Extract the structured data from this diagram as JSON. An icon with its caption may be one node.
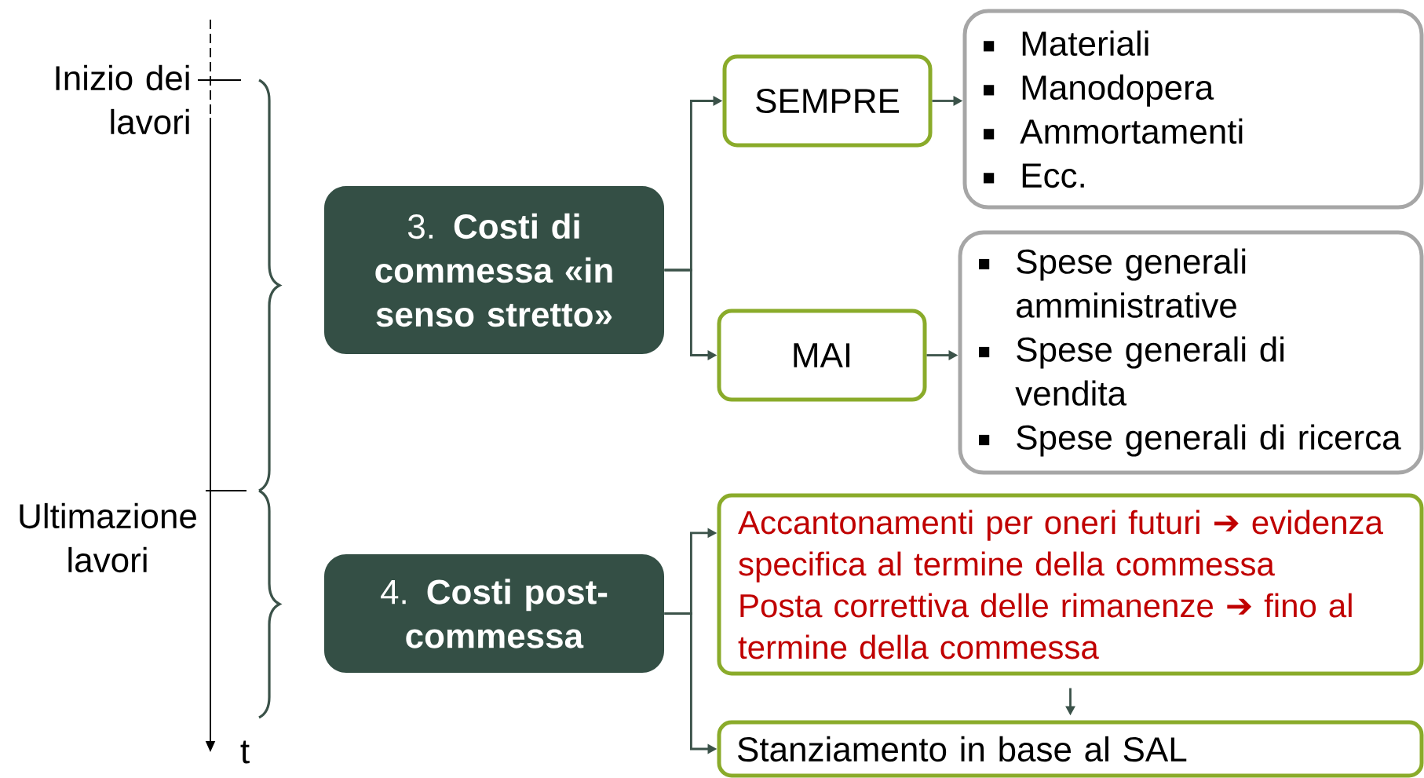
{
  "diagram": {
    "nodes": [
      {
        "text": [
          "3. **Costi di commessa «in senso stretto»**"
        ]
      },
      {
        "text": [
          "SEMPRE"
        ]
      },
      {
        "text": [
          "Materiali",
          "Manodopera",
          "Ammortamenti",
          "Ecc."
        ]
      },
      {
        "text": [
          "MAI"
        ]
      },
      {
        "text": [
          "Spese generali amministrative",
          "Spese generali di vendita",
          "Spese generali di ricerca"
        ]
      },
      {
        "text": [
          "4. **Costi post-commessa**"
        ]
      },
      {
        "text": [
          "Accantonamenti per oneri futuri ➔ evidenza specifica al termine della commessa",
          "Posta correttiva delle rimanenze ➔ fino al termine della commessa"
        ]
      },
      {
        "text": [
          "Stanziamento in base al SAL"
        ]
      }
    ],
    "edges": [
      {
        "from": 0,
        "to": 1,
        "arrow": "to"
      },
      {
        "from": 0,
        "to": 3,
        "arrow": "to"
      },
      {
        "from": 1,
        "to": 2,
        "arrow": "to"
      },
      {
        "from": 3,
        "to": 4,
        "arrow": "to"
      },
      {
        "from": 5,
        "to": 6,
        "arrow": "to"
      },
      {
        "from": 5,
        "to": 7,
        "arrow": "to"
      },
      {
        "from": 6,
        "to": 7,
        "arrow": "to"
      }
    ],
    "labels": [
      "Inizio dei lavori",
      "Ultimazione lavori",
      "t"
    ]
  }
}
